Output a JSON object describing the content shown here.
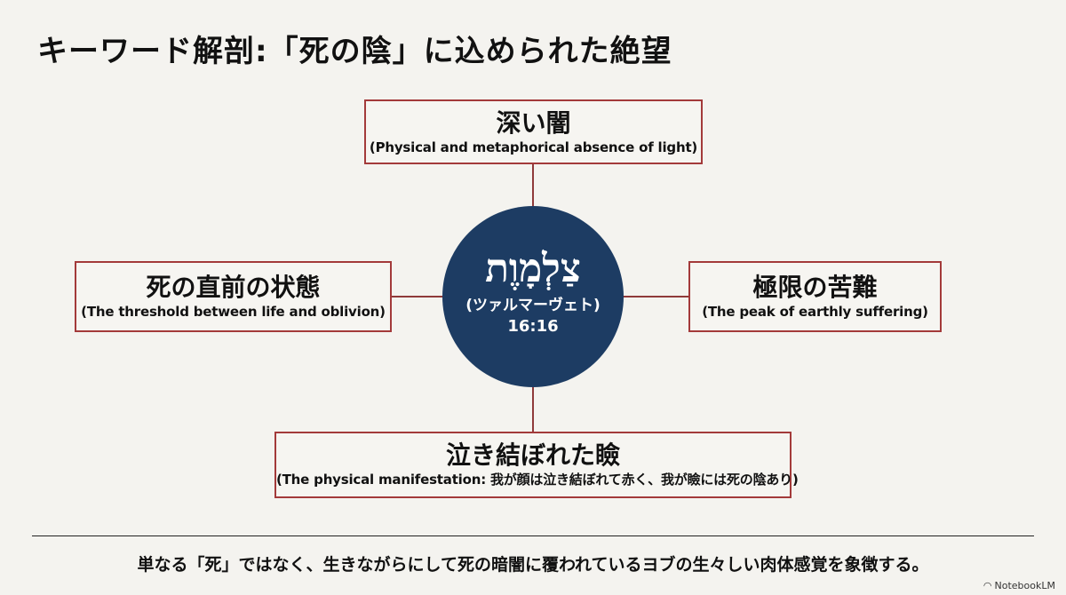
{
  "title": "キーワード解剖:「死の陰」に込められた絶望",
  "center": {
    "hebrew": "צַלְמָוֶת",
    "reading": "(ツァルマーヴェト)",
    "reference": "16:16"
  },
  "nodes": {
    "top": {
      "ja": "深い闇",
      "en": "(Physical and metaphorical absence of light)"
    },
    "left": {
      "ja": "死の直前の状態",
      "en": "(The threshold between life and oblivion)"
    },
    "right": {
      "ja": "極限の苦難",
      "en": "(The peak of earthly suffering)"
    },
    "bottom": {
      "ja": "泣き結ぼれた瞼",
      "en": "(The physical manifestation: 我が顔は泣き結ぼれて赤く、我が瞼には死の陰あり)"
    }
  },
  "footer": "単なる「死」ではなく、生きながらにして死の暗闇に覆われているヨブの生々しい肉体感覚を象徴する。",
  "brand": {
    "icon": "notebooklm-logo-icon",
    "label": "NotebookLM"
  },
  "colors": {
    "accent": "#a33a3a",
    "circle": "#1d3c63",
    "background": "#f4f3ef"
  }
}
